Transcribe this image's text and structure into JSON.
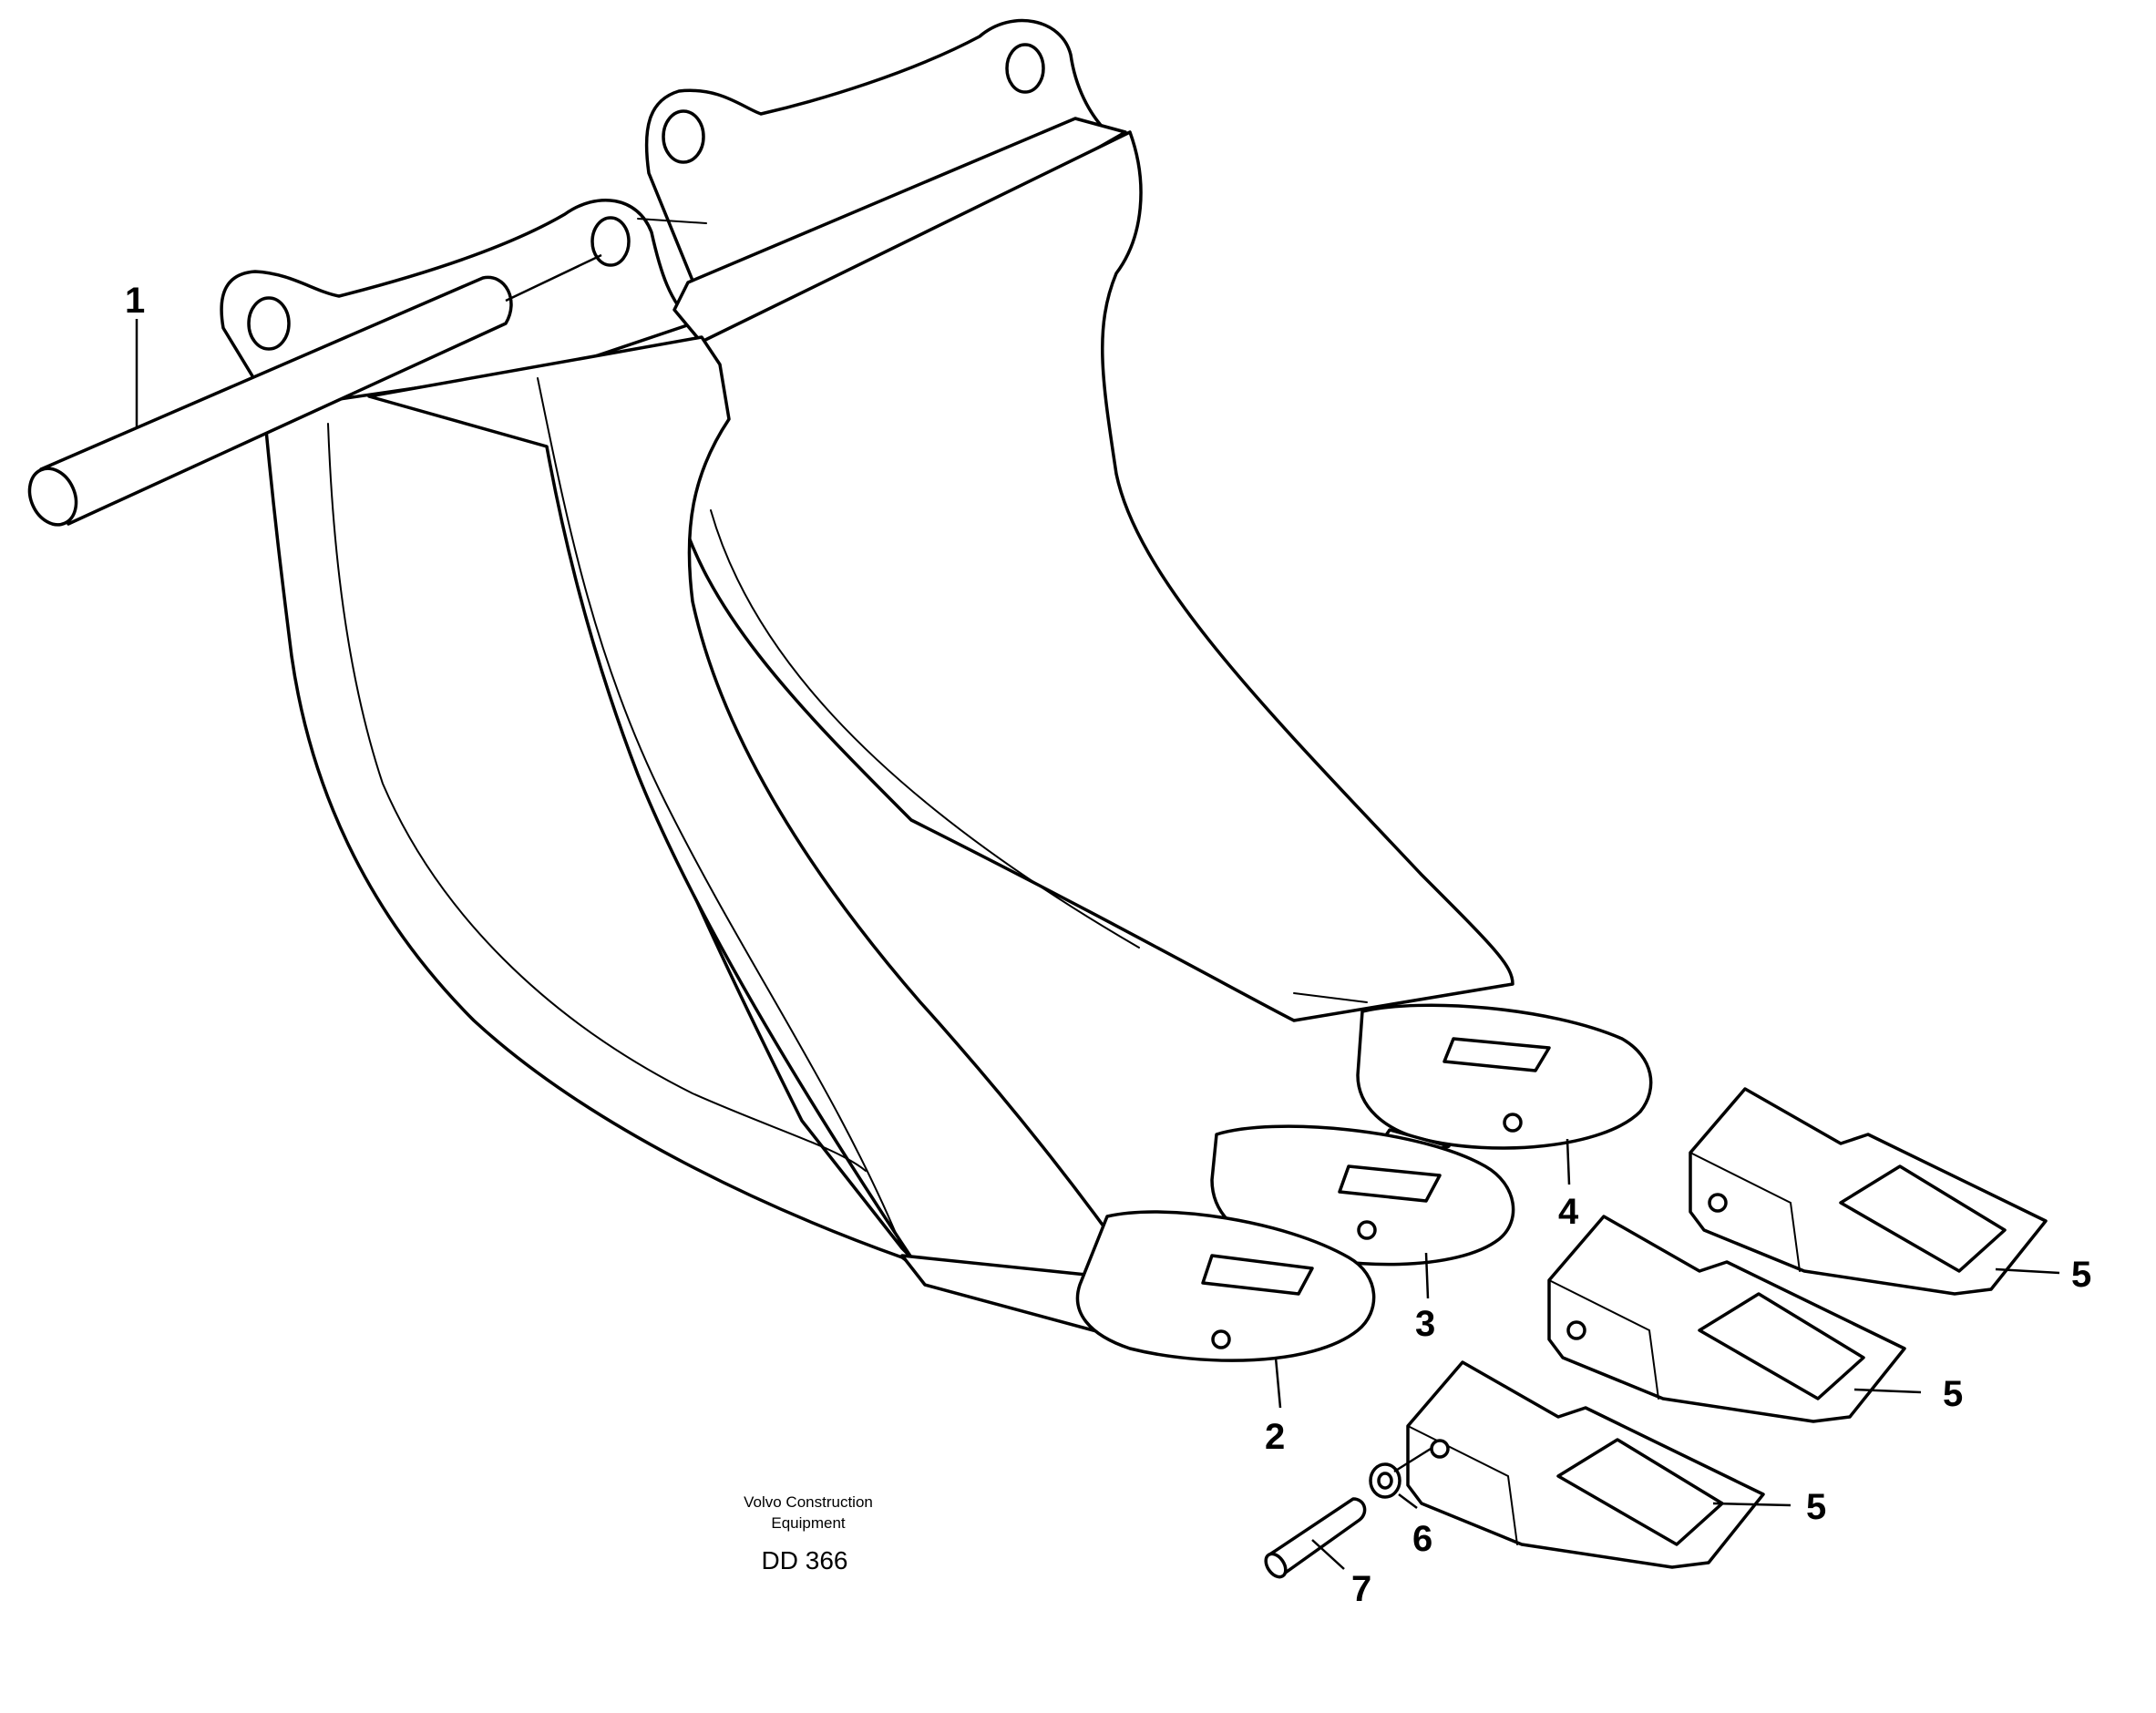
{
  "callouts": {
    "pin": "1",
    "adapter_front": "2",
    "adapter_middle": "3",
    "adapter_rear": "4",
    "tooth_rear": "5",
    "tooth_middle": "5",
    "tooth_front": "5",
    "lock_washer": "6",
    "retaining_pin": "7"
  },
  "caption": {
    "line1": "Volvo Construction",
    "line2": "Equipment",
    "code": "DD 366"
  }
}
